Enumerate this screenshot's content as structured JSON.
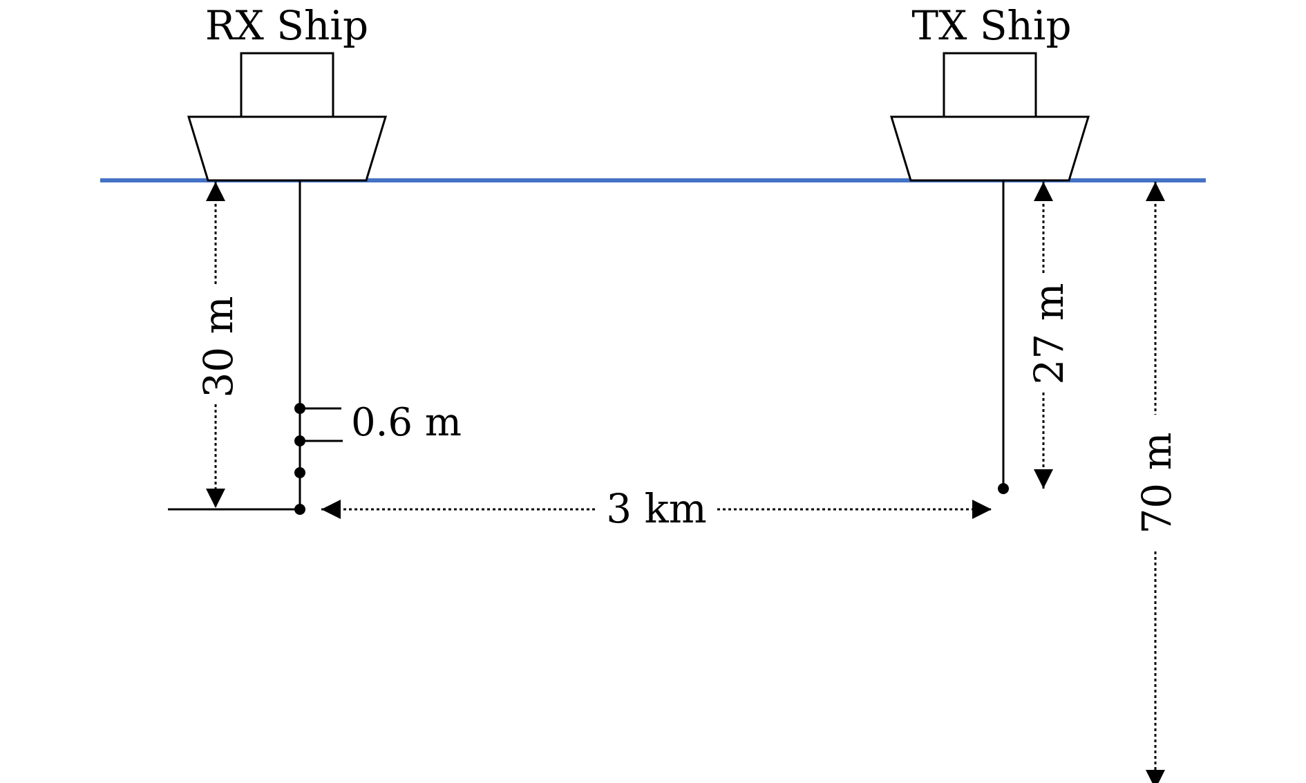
{
  "labels": {
    "rx_ship": "RX Ship",
    "tx_ship": "TX Ship",
    "rx_depth": "30 m",
    "tx_depth": "27 m",
    "water_depth": "70 m",
    "element_spacing": "0.6 m",
    "separation": "3 km"
  },
  "colors": {
    "sea_surface": "#4472c4",
    "lines": "#000000"
  }
}
